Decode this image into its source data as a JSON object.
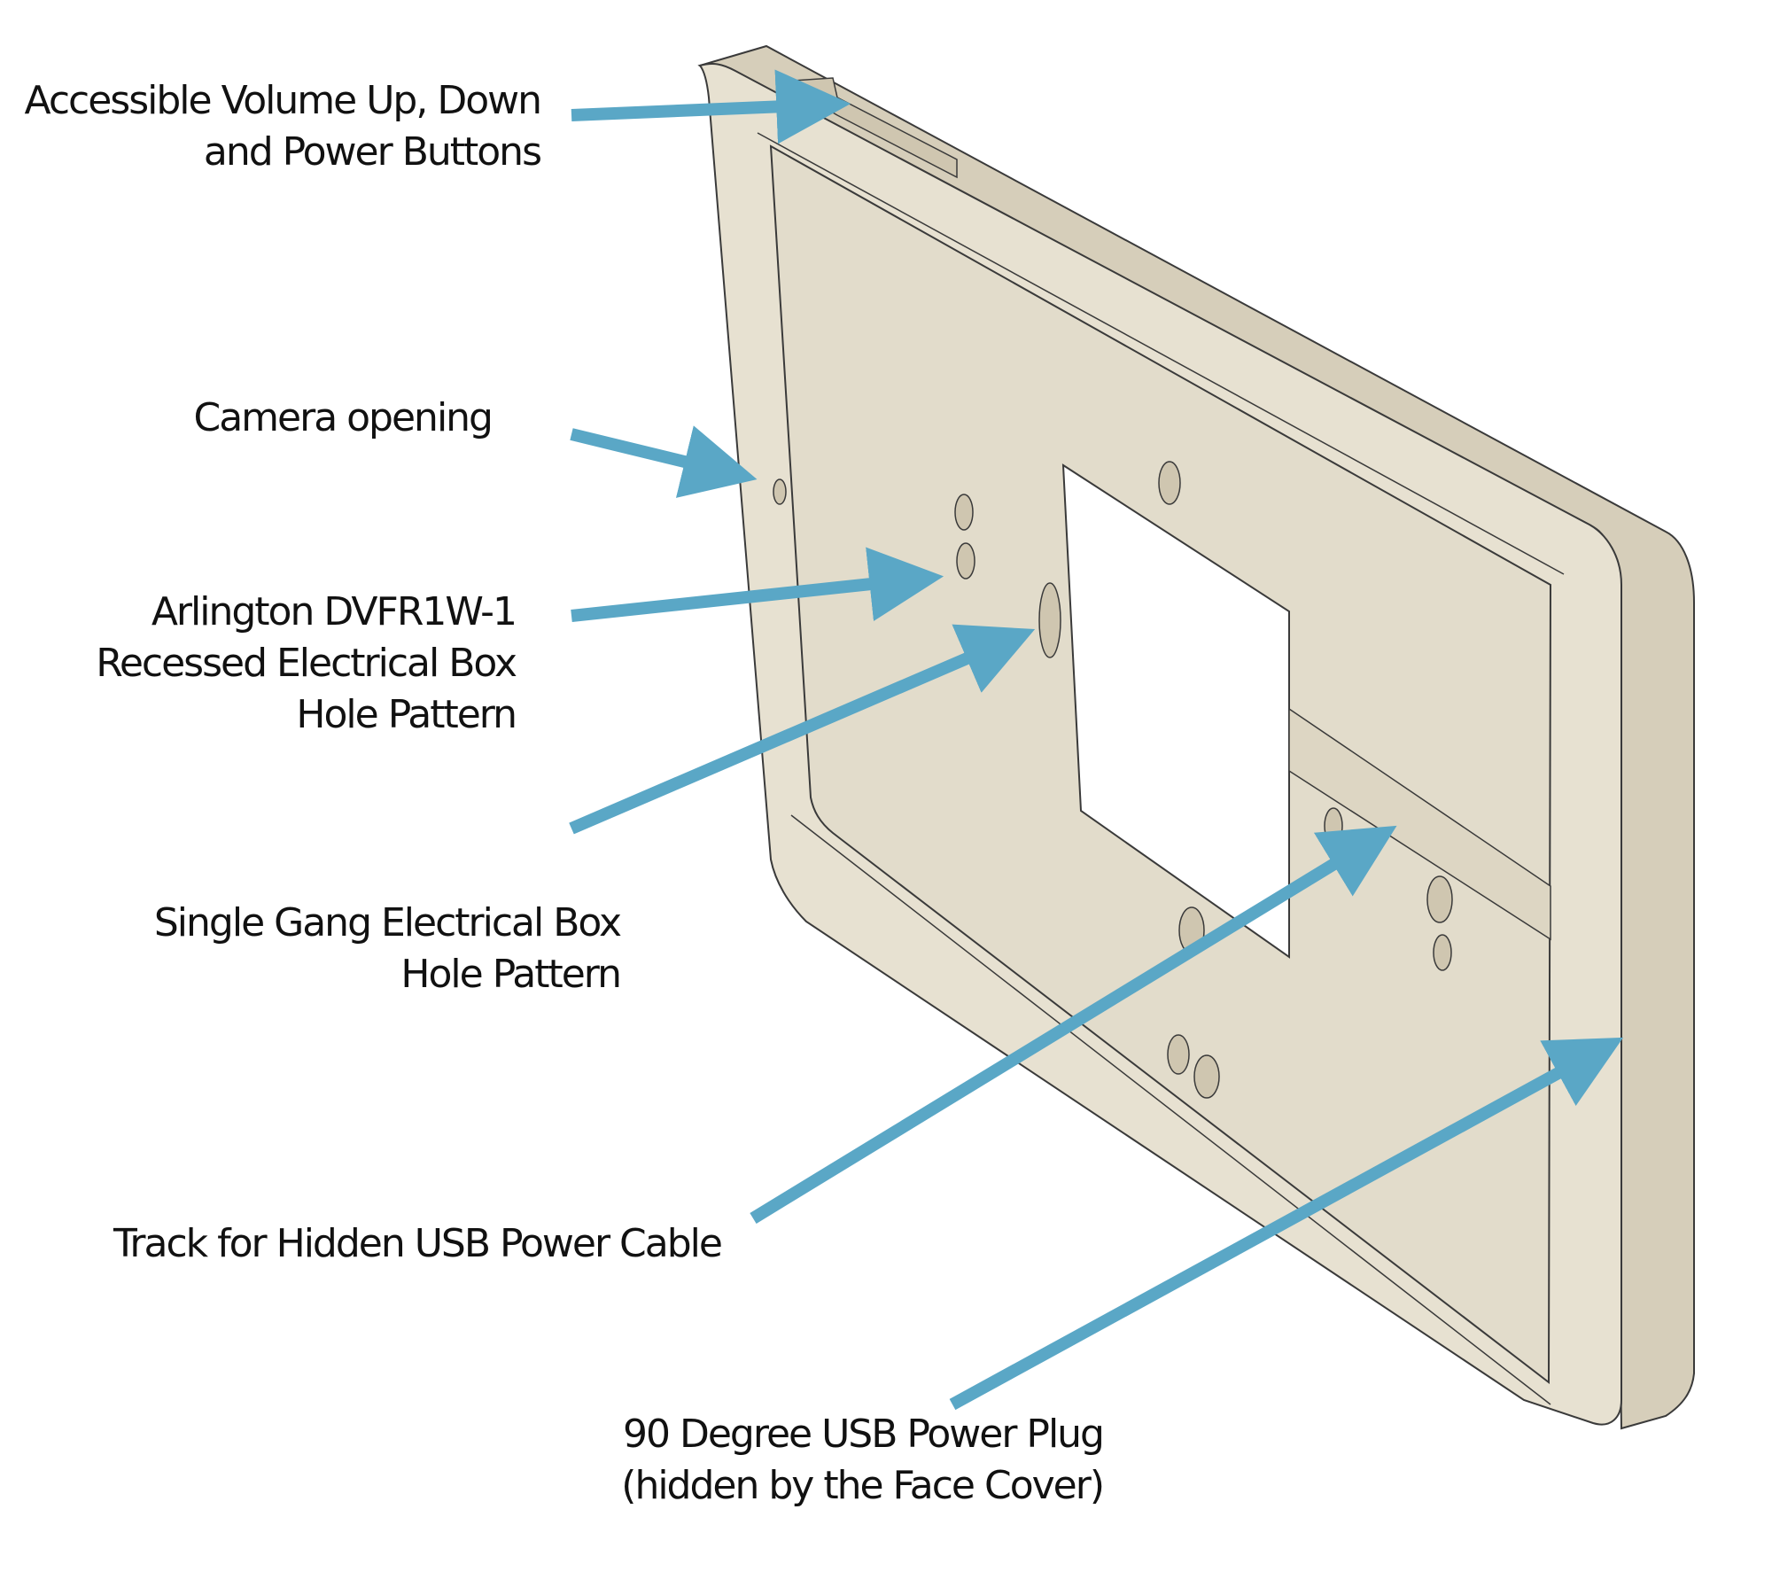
{
  "colors": {
    "arrow": "#5aa7c6",
    "frame_face": "#e7e1d1",
    "frame_side": "#d6ceba",
    "frame_edge": "#3a3a3a",
    "background": "#ffffff"
  },
  "callouts": [
    {
      "id": "buttons",
      "lines": [
        "Accessible Volume Up, Down",
        "and Power Buttons"
      ]
    },
    {
      "id": "camera",
      "lines": [
        "Camera opening"
      ]
    },
    {
      "id": "arlington",
      "lines": [
        "Arlington DVFR1W-1",
        "Recessed Electrical Box",
        "Hole Pattern"
      ]
    },
    {
      "id": "single-gang",
      "lines": [
        "Single Gang Electrical Box",
        "Hole Pattern"
      ]
    },
    {
      "id": "usb-track",
      "lines": [
        "Track for  Hidden USB Power Cable"
      ]
    },
    {
      "id": "usb-plug",
      "lines": [
        "90 Degree USB Power Plug",
        "(hidden by the Face Cover)"
      ]
    }
  ]
}
